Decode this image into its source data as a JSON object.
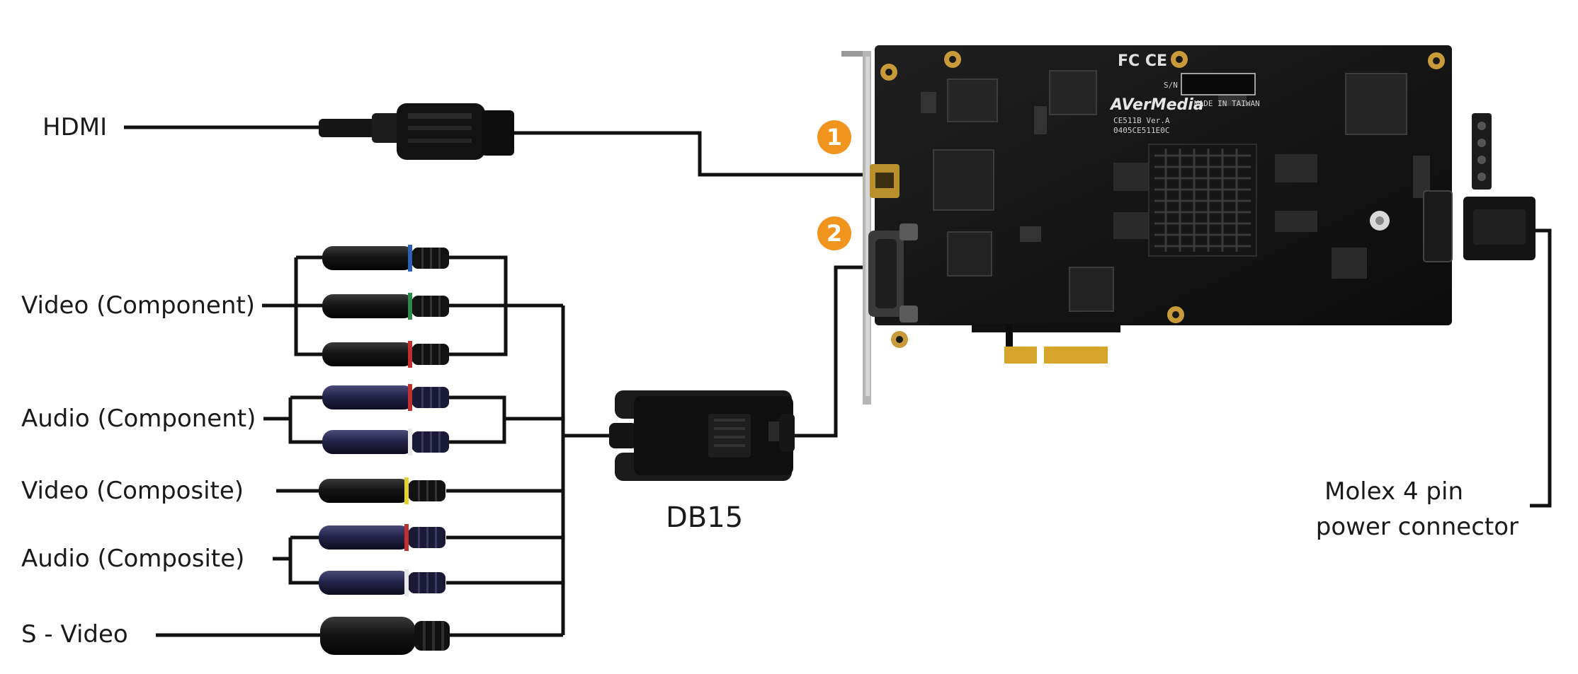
{
  "labels": {
    "hdmi": "HDMI",
    "video_component": "Video (Component)",
    "audio_component": "Audio (Component)",
    "video_composite": "Video (Composite)",
    "audio_composite": "Audio (Composite)",
    "s_video": "S - Video",
    "db15": "DB15",
    "molex_line1": "Molex 4 pin",
    "molex_line2": "power connector"
  },
  "markers": {
    "one": "1",
    "two": "2",
    "color": "#f0941d"
  },
  "board": {
    "brand": "AVerMedia",
    "model": "CE511B   Ver.A",
    "part": "0405CE511E0C",
    "made_in": "MADE IN TAIWAN",
    "serial": "S/N",
    "cert": "FC CE"
  },
  "rca_ring_colors": {
    "video_component_blue": "#2e5fb0",
    "video_component_green": "#2f8a4a",
    "video_component_red": "#c0302e",
    "audio_component_red": "#c0302e",
    "audio_component_white": "#e8e8e8",
    "video_composite_yellow": "#e2d22a",
    "audio_composite_red": "#c0302e",
    "audio_composite_white": "#e8e8e8"
  }
}
